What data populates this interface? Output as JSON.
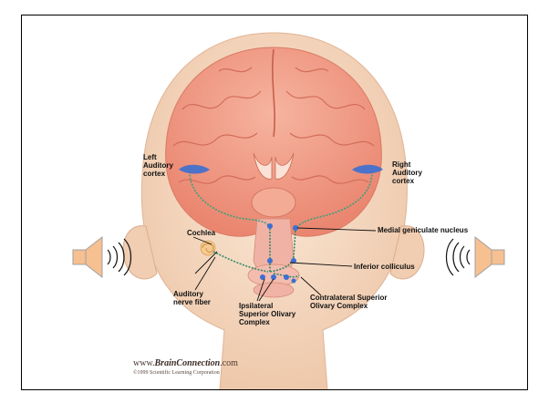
{
  "labels": {
    "left_auditory_cortex": "Left\nAuditory\ncortex",
    "right_auditory_cortex": "Right\nAuditory\ncortex",
    "medial_geniculate": "Medial geniculate nucleus",
    "cochlea": "Cochlea",
    "inferior_colliculus": "Inferior colliculus",
    "auditory_nerve": "Auditory\nnerve fiber",
    "contralateral_soc": "Contralateral Superior\nOlivary Complex",
    "ipsilateral_soc": "Ipsilateral\nSuperior Olivary\nComplex"
  },
  "credit": {
    "prefix": "www.",
    "brand": "BrainConnection",
    "suffix": ".com",
    "copyright": "©1999 Scientific Learning Corporation"
  },
  "icons": {
    "left_speaker": "speaker-icon",
    "right_speaker": "speaker-icon"
  },
  "colors": {
    "skin": "#f5dcc4",
    "brain": "#f29a84",
    "brainstem": "#f0b2a4",
    "pathway": "#2f8a6c",
    "nucleus": "#3b6fd1",
    "speaker": "#f7c090"
  }
}
